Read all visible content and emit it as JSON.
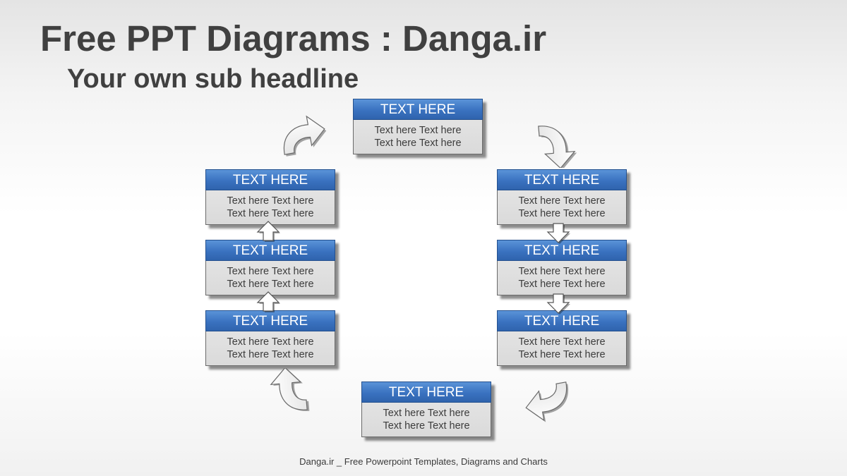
{
  "title": "Free PPT Diagrams : Danga.ir",
  "subtitle": "Your own sub headline",
  "boxes": [
    {
      "heading": "TEXT HERE",
      "line1": "Text here Text here",
      "line2": "Text here Text here"
    },
    {
      "heading": "TEXT HERE",
      "line1": "Text here Text here",
      "line2": "Text here Text here"
    },
    {
      "heading": "TEXT HERE",
      "line1": "Text here Text here",
      "line2": "Text here Text here"
    },
    {
      "heading": "TEXT HERE",
      "line1": "Text here Text here",
      "line2": "Text here Text here"
    },
    {
      "heading": "TEXT HERE",
      "line1": "Text here Text here",
      "line2": "Text here Text here"
    },
    {
      "heading": "TEXT HERE",
      "line1": "Text here Text here",
      "line2": "Text here Text here"
    },
    {
      "heading": "TEXT HERE",
      "line1": "Text here Text here",
      "line2": "Text here Text here"
    },
    {
      "heading": "TEXT HERE",
      "line1": "Text here Text here",
      "line2": "Text here Text here"
    }
  ],
  "icons": {
    "curved_arrow": "curved-arrow-icon",
    "block_arrow": "block-arrow-icon"
  },
  "colors": {
    "header_blue": "#3a72c0",
    "body_gray": "#dcdcdc",
    "title_gray": "#404040"
  },
  "footer": "Danga.ir _ Free Powerpoint Templates, Diagrams and Charts"
}
